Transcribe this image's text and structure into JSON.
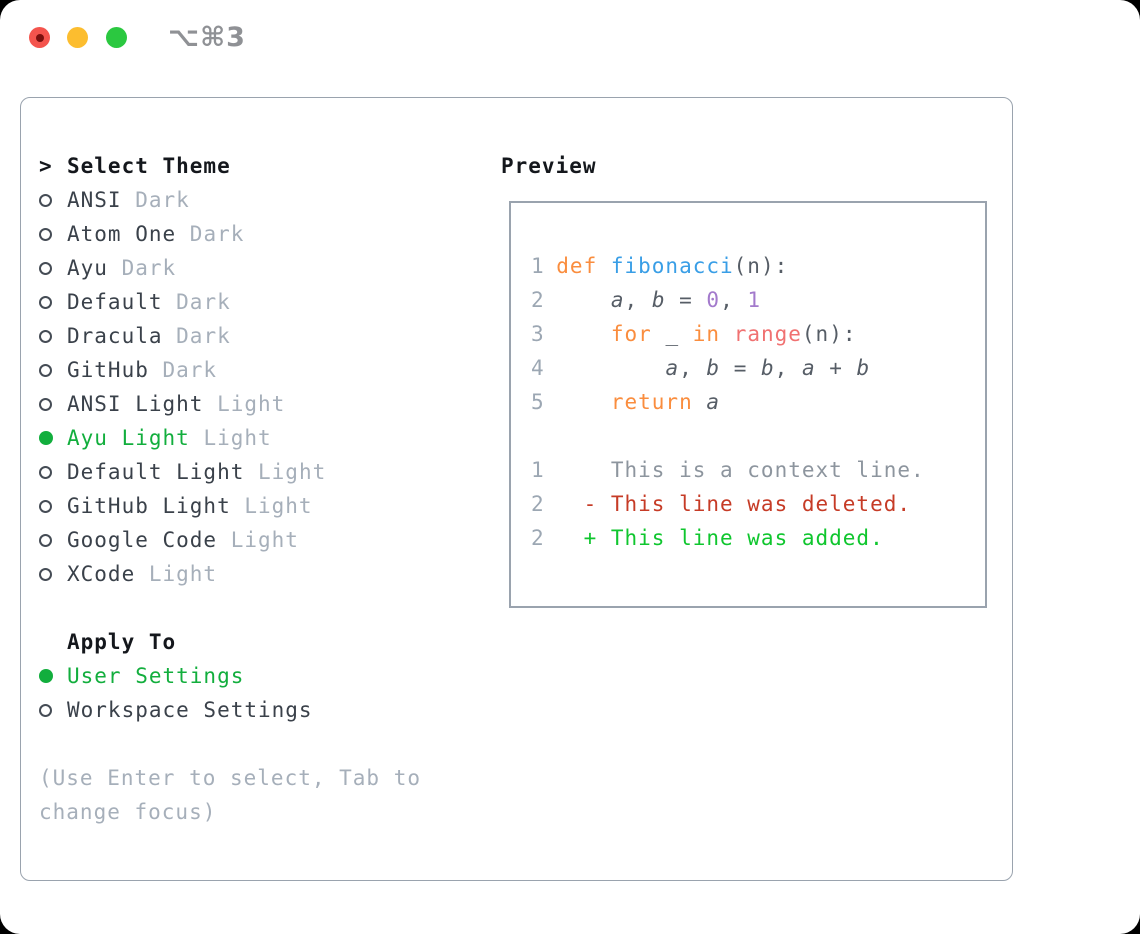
{
  "window": {
    "title": "⌥⌘3",
    "controls": [
      {
        "name": "close"
      },
      {
        "name": "minimize"
      },
      {
        "name": "zoom"
      }
    ]
  },
  "theme_selector": {
    "prompt": ">",
    "heading": "Select Theme",
    "items": [
      {
        "name": "ANSI",
        "variant": "Dark",
        "selected": false
      },
      {
        "name": "Atom One",
        "variant": "Dark",
        "selected": false
      },
      {
        "name": "Ayu",
        "variant": "Dark",
        "selected": false
      },
      {
        "name": "Default",
        "variant": "Dark",
        "selected": false
      },
      {
        "name": "Dracula",
        "variant": "Dark",
        "selected": false
      },
      {
        "name": "GitHub",
        "variant": "Dark",
        "selected": false
      },
      {
        "name": "ANSI Light",
        "variant": "Light",
        "selected": false
      },
      {
        "name": "Ayu Light",
        "variant": "Light",
        "selected": true
      },
      {
        "name": "Default Light",
        "variant": "Light",
        "selected": false
      },
      {
        "name": "GitHub Light",
        "variant": "Light",
        "selected": false
      },
      {
        "name": "Google Code",
        "variant": "Light",
        "selected": false
      },
      {
        "name": "XCode",
        "variant": "Light",
        "selected": false
      }
    ],
    "apply_to": {
      "heading": "Apply To",
      "options": [
        {
          "name": "User Settings",
          "selected": true
        },
        {
          "name": "Workspace Settings",
          "selected": false
        }
      ]
    },
    "hint": "(Use Enter to select, Tab to change focus)"
  },
  "preview": {
    "heading": "Preview",
    "lines": [
      {
        "num": "1",
        "tokens": [
          {
            "text": "def ",
            "cls": "kw"
          },
          {
            "text": "fibonacci",
            "cls": "fn"
          },
          {
            "text": "(n):",
            "cls": "fg"
          }
        ]
      },
      {
        "num": "2",
        "tokens": [
          {
            "text": "    ",
            "cls": "fg"
          },
          {
            "text": "a",
            "cls": "var"
          },
          {
            "text": ", ",
            "cls": "fg"
          },
          {
            "text": "b",
            "cls": "var"
          },
          {
            "text": " = ",
            "cls": "fg"
          },
          {
            "text": "0",
            "cls": "num"
          },
          {
            "text": ", ",
            "cls": "fg"
          },
          {
            "text": "1",
            "cls": "num"
          }
        ]
      },
      {
        "num": "3",
        "tokens": [
          {
            "text": "    ",
            "cls": "fg"
          },
          {
            "text": "for",
            "cls": "kw"
          },
          {
            "text": " _ ",
            "cls": "fg"
          },
          {
            "text": "in",
            "cls": "kw"
          },
          {
            "text": " ",
            "cls": "fg"
          },
          {
            "text": "range",
            "cls": "call"
          },
          {
            "text": "(n):",
            "cls": "fg"
          }
        ]
      },
      {
        "num": "4",
        "tokens": [
          {
            "text": "        ",
            "cls": "fg"
          },
          {
            "text": "a",
            "cls": "var"
          },
          {
            "text": ", ",
            "cls": "fg"
          },
          {
            "text": "b",
            "cls": "var"
          },
          {
            "text": " = ",
            "cls": "fg"
          },
          {
            "text": "b",
            "cls": "var"
          },
          {
            "text": ", ",
            "cls": "fg"
          },
          {
            "text": "a",
            "cls": "var"
          },
          {
            "text": " + ",
            "cls": "fg"
          },
          {
            "text": "b",
            "cls": "var"
          }
        ]
      },
      {
        "num": "5",
        "tokens": [
          {
            "text": "    ",
            "cls": "fg"
          },
          {
            "text": "return",
            "cls": "kw"
          },
          {
            "text": " ",
            "cls": "fg"
          },
          {
            "text": "a",
            "cls": "var"
          }
        ]
      },
      {
        "num": "",
        "tokens": []
      },
      {
        "num": "1",
        "tokens": [
          {
            "text": "    This is a context line.",
            "cls": "ctx"
          }
        ]
      },
      {
        "num": "2",
        "tokens": [
          {
            "text": "  - This line was deleted.",
            "cls": "del"
          }
        ]
      },
      {
        "num": "2",
        "tokens": [
          {
            "text": "  + This line was added.",
            "cls": "add"
          }
        ]
      }
    ]
  },
  "colors": {
    "accent_green": "#12ae3d",
    "item_fg": "#3a414a",
    "muted": "#a6afba",
    "border": "#9aa3ae",
    "title_gray": "#8f9195",
    "kw": "#fa8d3e",
    "fn": "#399ee6",
    "call": "#f07171",
    "numlit": "#a37acc",
    "code_fg": "#565d66",
    "lnum": "#9ca7b3",
    "ctx": "#8d959e",
    "del": "#c63b26",
    "add": "#0fc62e",
    "light_red": "#f4544d",
    "light_red_dot": "#7a100e",
    "light_yellow": "#fcbd2f",
    "light_green": "#2bc840"
  }
}
